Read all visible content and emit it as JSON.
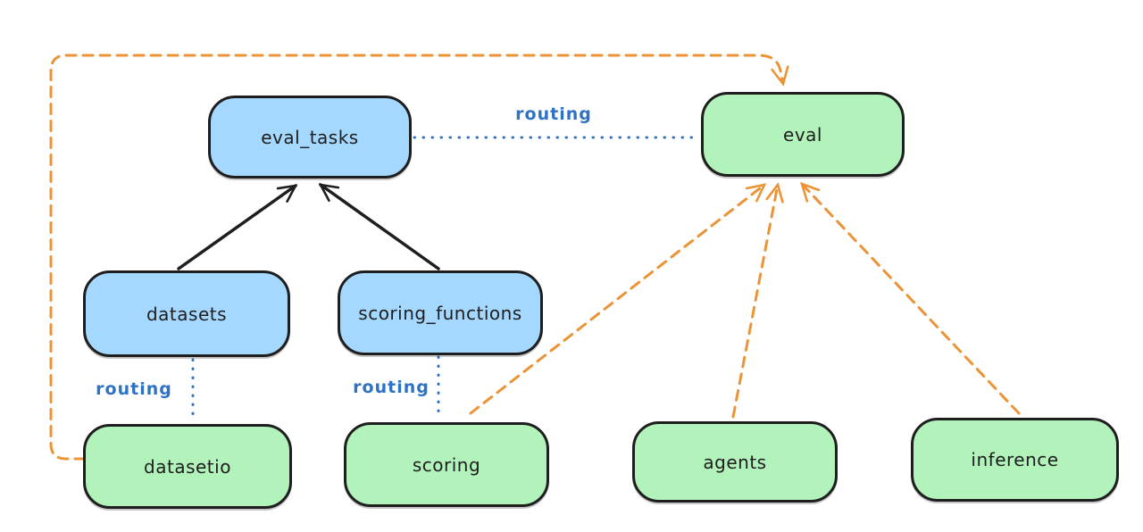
{
  "diagram": {
    "background": "#ffffff",
    "colors": {
      "background": "#ffffff",
      "stroke": "#1e1e1e",
      "api_fill": "#a5d8ff",
      "provider_fill": "#b2f2bb",
      "routing_blue": "#2e72c4",
      "arrow_orange": "#eb9337"
    },
    "nodes": [
      {
        "id": "eval_tasks",
        "label": "eval_tasks",
        "type": "api"
      },
      {
        "id": "eval",
        "label": "eval",
        "type": "provider"
      },
      {
        "id": "datasets",
        "label": "datasets",
        "type": "api"
      },
      {
        "id": "scoring_functions",
        "label": "scoring_functions",
        "type": "api"
      },
      {
        "id": "datasetio",
        "label": "datasetio",
        "type": "provider"
      },
      {
        "id": "scoring",
        "label": "scoring",
        "type": "provider"
      },
      {
        "id": "agents",
        "label": "agents",
        "type": "provider"
      },
      {
        "id": "inference",
        "label": "inference",
        "type": "provider"
      }
    ],
    "edges": [
      {
        "from": "eval_tasks",
        "to": "eval",
        "style": "dotted",
        "color": "#2e72c4",
        "label": "routing"
      },
      {
        "from": "datasets",
        "to": "datasetio",
        "style": "dotted",
        "color": "#2e72c4",
        "label": "routing"
      },
      {
        "from": "scoring_functions",
        "to": "scoring",
        "style": "dotted",
        "color": "#2e72c4",
        "label": "routing"
      },
      {
        "from": "datasets",
        "to": "eval_tasks",
        "style": "solid-arrow",
        "color": "#1e1e1e",
        "label": ""
      },
      {
        "from": "scoring_functions",
        "to": "eval_tasks",
        "style": "solid-arrow",
        "color": "#1e1e1e",
        "label": ""
      },
      {
        "from": "datasetio",
        "to": "eval",
        "style": "dashed-arrow",
        "color": "#eb9337",
        "label": ""
      },
      {
        "from": "scoring",
        "to": "eval",
        "style": "dashed-arrow",
        "color": "#eb9337",
        "label": ""
      },
      {
        "from": "agents",
        "to": "eval",
        "style": "dashed-arrow",
        "color": "#eb9337",
        "label": ""
      },
      {
        "from": "inference",
        "to": "eval",
        "style": "dashed-arrow",
        "color": "#eb9337",
        "label": ""
      }
    ]
  }
}
